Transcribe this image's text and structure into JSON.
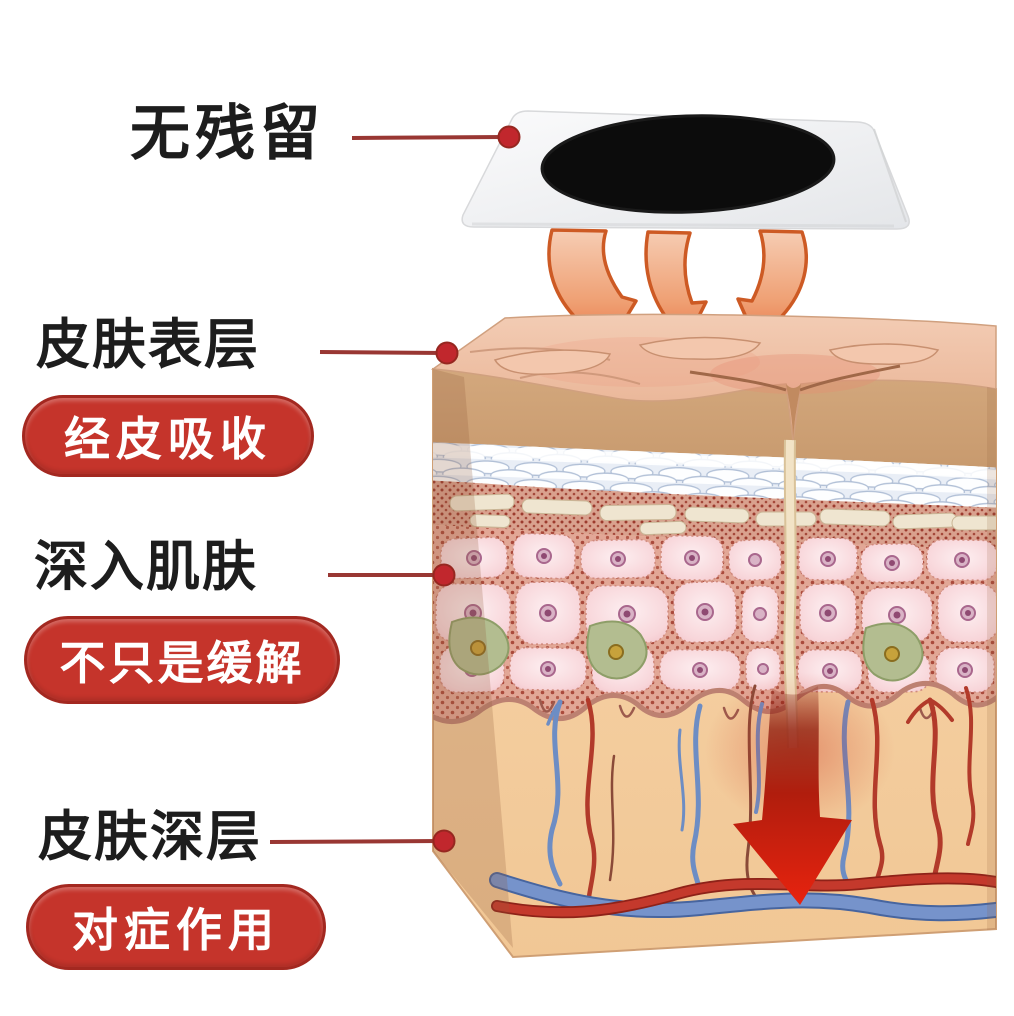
{
  "page": {
    "background": "#ffffff"
  },
  "top_callout": {
    "label": "无残留"
  },
  "callouts": [
    {
      "title": "皮肤表层",
      "badge": "经皮吸收"
    },
    {
      "title": "深入肌肤",
      "badge": "不只是缓解"
    },
    {
      "title": "皮肤深层",
      "badge": "对症作用"
    }
  ],
  "colors": {
    "badge_red": "#c5342b",
    "badge_border": "#a32820",
    "badge_text": "#ffffff",
    "title_text": "#1d1d1d",
    "leader_line": "#993733",
    "leader_dot": "#c1272d",
    "patch_white": "#f0f1f3",
    "patch_core_black": "#0c0c0c",
    "skin_surface": "#eec3a8",
    "epidermis_tan": "#d2a87c",
    "dermis_pink": "#f6ccd1",
    "hypodermis_peach": "#f5cfa2",
    "artery_red": "#c4392c",
    "vein_blue": "#7693cb",
    "absorption_arrow_orange": "#e8865c",
    "penetration_arrow_red": "#e02312"
  },
  "icons": {
    "patch": "medicated-patch-icon",
    "patch_core": "patch-black-plaster-icon",
    "absorption_arrows": "absorption-arrows-icon",
    "skin_block": "skin-cross-section-icon",
    "penetration_arrow": "deep-penetration-arrow-icon",
    "leader_dot": "leader-dot-icon"
  }
}
